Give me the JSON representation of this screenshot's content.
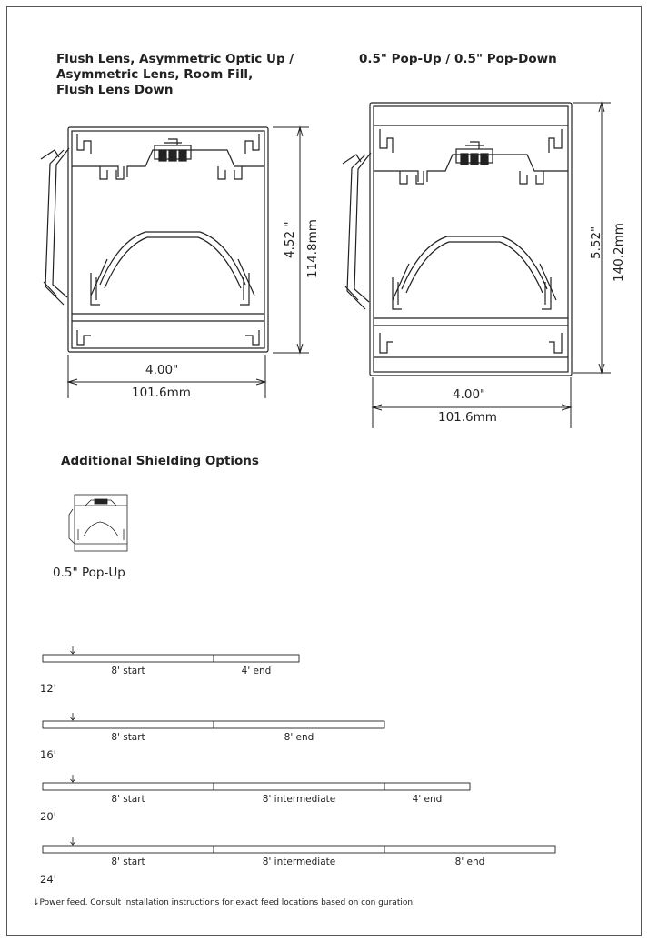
{
  "left_figure": {
    "title_lines": [
      "Flush Lens, Asymmetric Optic Up /",
      "Asymmetric Lens, Room Fill,",
      "Flush Lens Down"
    ],
    "height_in": "4.52 \"",
    "height_mm": "114.8mm",
    "width_in": "4.00\"",
    "width_mm": "101.6mm"
  },
  "right_figure": {
    "title": "0.5\" Pop-Up / 0.5\" Pop-Down",
    "height_in": "5.52\"",
    "height_mm": "140.2mm",
    "width_in": "4.00\"",
    "width_mm": "101.6mm"
  },
  "shielding": {
    "title": "Additional Shielding Options",
    "option_label": "0.5\" Pop-Up"
  },
  "runs": [
    {
      "length": "12'",
      "segments": [
        {
          "label": "8' start",
          "feet": 8
        },
        {
          "label": "4' end",
          "feet": 4
        }
      ]
    },
    {
      "length": "16'",
      "segments": [
        {
          "label": "8' start",
          "feet": 8
        },
        {
          "label": "8' end",
          "feet": 8
        }
      ]
    },
    {
      "length": "20'",
      "segments": [
        {
          "label": "8' start",
          "feet": 8
        },
        {
          "label": "8' intermediate",
          "feet": 8
        },
        {
          "label": "4' end",
          "feet": 4
        }
      ]
    },
    {
      "length": "24'",
      "segments": [
        {
          "label": "8' start",
          "feet": 8
        },
        {
          "label": "8' intermediate",
          "feet": 8
        },
        {
          "label": "8' end",
          "feet": 8
        }
      ]
    }
  ],
  "footnote": "Power feed. Consult installation instructions for exact feed locations based on con  guration.",
  "colors": {
    "line": "#222222",
    "frame": "#555555"
  }
}
